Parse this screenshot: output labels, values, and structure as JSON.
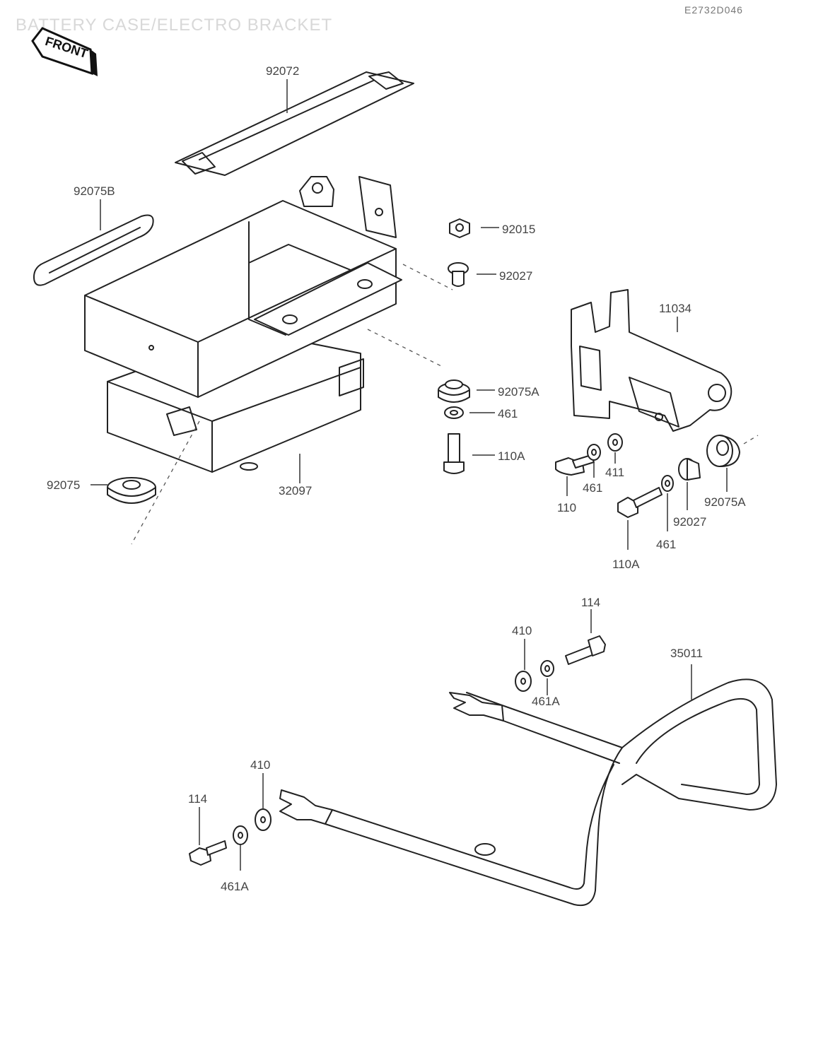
{
  "header": {
    "title": "BATTERY CASE/ELECTRO BRACKET",
    "code": "E2732D046",
    "front_label": "FRONT"
  },
  "parts": {
    "strap": "92072",
    "band": "92075B",
    "damper_pad": "92075",
    "battery_case": "32097",
    "nut": "92015",
    "collar_top": "92027",
    "damper_a": "92075A",
    "washer_461": "461",
    "bolt_110a": "110A",
    "bracket": "11034",
    "bolt_110": "110",
    "washer_461_b": "461",
    "washer_411": "411",
    "bolt_110a_b": "110A",
    "washer_461_c": "461",
    "collar_b": "92027",
    "damper_a_b": "92075A",
    "bolt_114_top": "114",
    "washer_410_top": "410",
    "washer_461a_top": "461A",
    "guard": "35011",
    "washer_410_low": "410",
    "bolt_114_low": "114",
    "washer_461a_low": "461A"
  }
}
